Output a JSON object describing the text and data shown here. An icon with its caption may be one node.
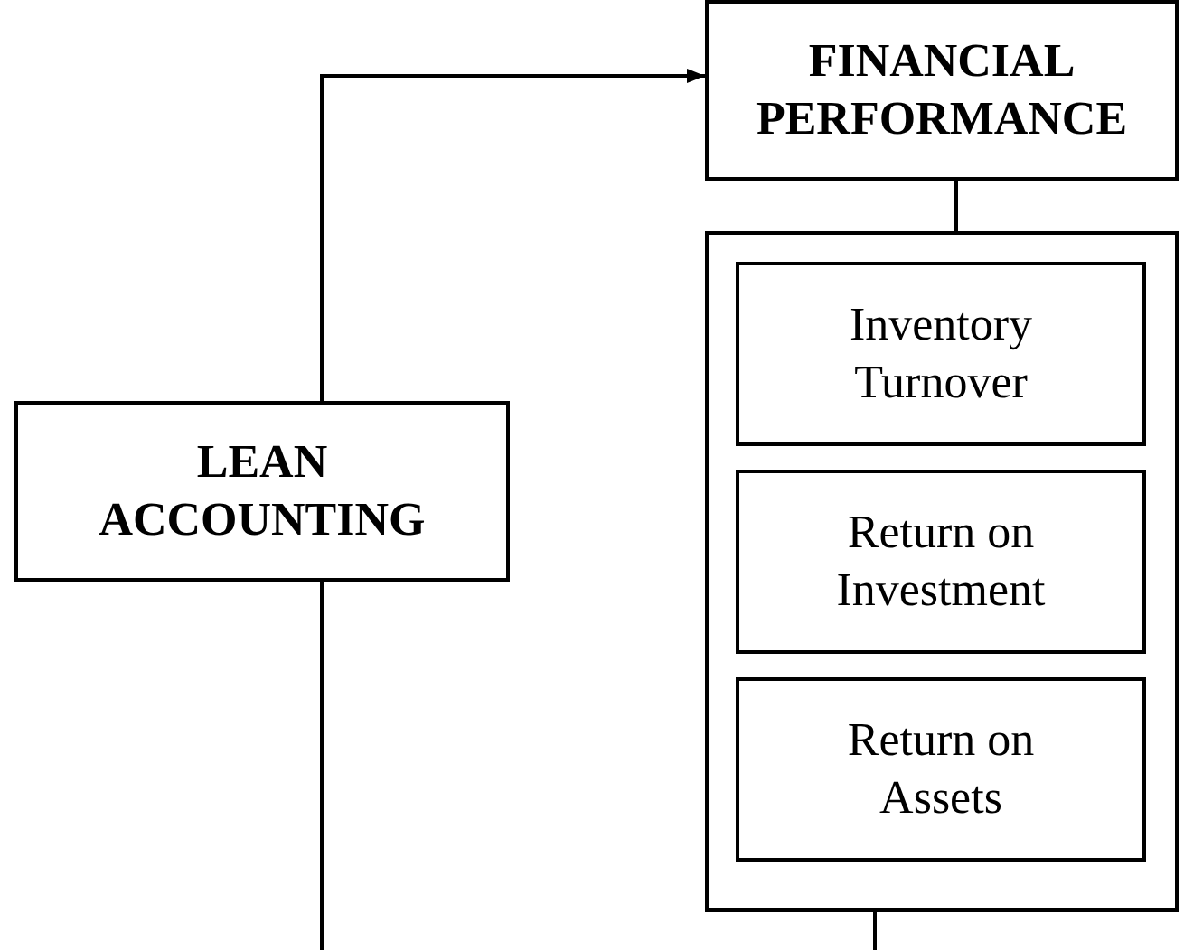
{
  "diagram": {
    "nodes": [
      {
        "text": [
          "LEAN ACCOUNTING"
        ]
      },
      {
        "text": [
          "FINANCIAL PERFORMANCE"
        ]
      },
      {
        "text": [],
        "shape": "box"
      },
      {
        "text": [
          "Inventory Turnover"
        ],
        "in": 2
      },
      {
        "text": [
          "Return on Investment"
        ],
        "in": 2
      },
      {
        "text": [
          "Return on Assets"
        ],
        "in": 2
      }
    ],
    "edges": [
      {
        "from": 0,
        "to": 1,
        "arrow": "to"
      },
      {
        "from": 1,
        "to": 2,
        "arrow": "none"
      },
      {
        "from": 0,
        "to": null,
        "arrow": "none"
      },
      {
        "from": 2,
        "to": null,
        "arrow": "none"
      }
    ]
  }
}
